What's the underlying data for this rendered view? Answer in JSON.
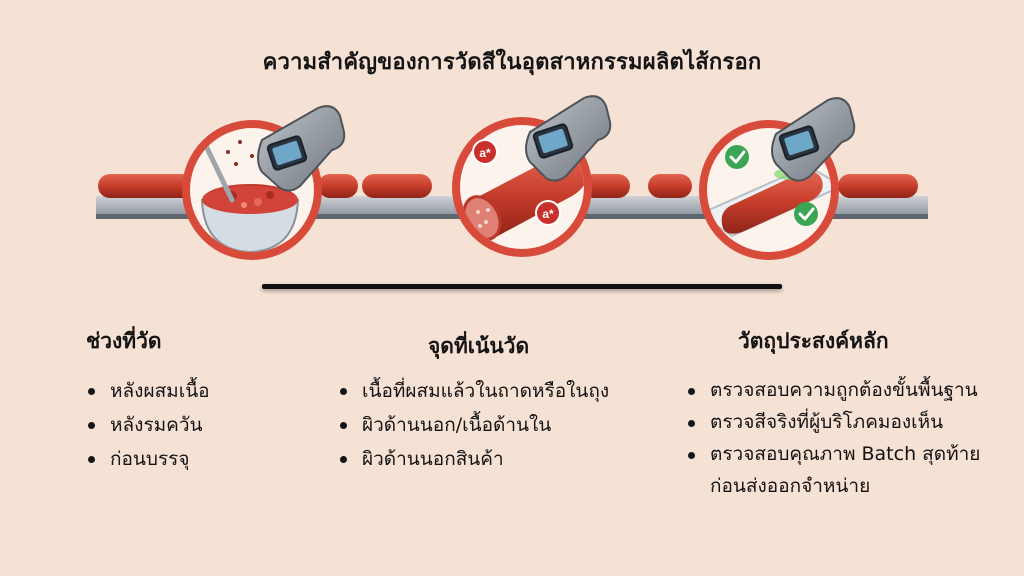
{
  "title": "ความสำคัญของการวัดสีในอุตสาหกรรมผลิตไส้กรอก",
  "scenes": {
    "scene2_labels": [
      "a*",
      "a*"
    ]
  },
  "icons": [
    "bowl-icon",
    "colorimeter-icon",
    "sausage-icon",
    "check-icon"
  ],
  "colors": {
    "background": "#f6e1d5",
    "ring": "#d84a3a",
    "sausage": "#c9402e",
    "check": "#3aa655",
    "text": "#141414"
  },
  "columns": [
    {
      "heading": "ช่วงที่วัด",
      "items": [
        "หลังผสมเนื้อ",
        "หลังรมควัน",
        "ก่อนบรรจุ"
      ]
    },
    {
      "heading": "จุดที่เน้นวัด",
      "items": [
        "เนื้อที่ผสมแล้วในถาดหรือในถุง",
        "ผิวด้านนอก/เนื้อด้านใน",
        "ผิวด้านนอกสินค้า"
      ]
    },
    {
      "heading": "วัตถุประสงค์หลัก",
      "items": [
        "ตรวจสอบความถูกต้องขั้นพื้นฐาน",
        "ตรวจสีจริงที่ผู้บริโภคมองเห็น",
        "ตรวจสอบคุณภาพ Batch สุดท้ายก่อนส่งออกจำหน่าย"
      ]
    }
  ]
}
